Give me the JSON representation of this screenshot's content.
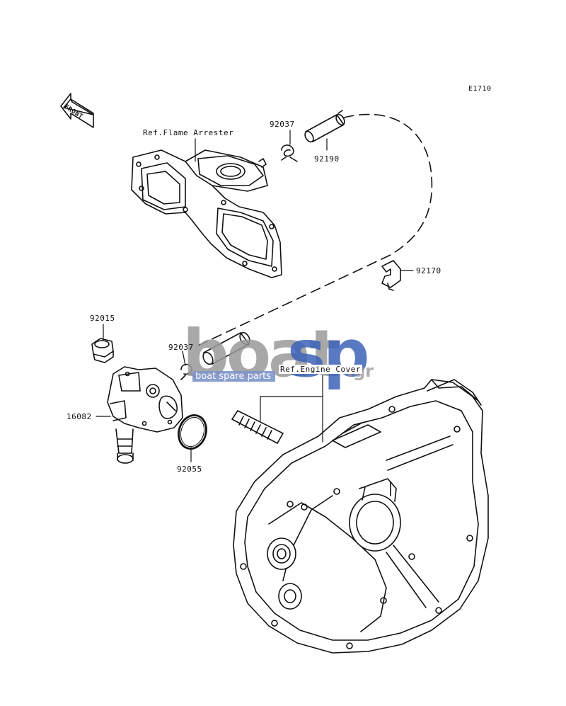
{
  "diagram": {
    "code": "E1710",
    "front_label": "FRONT",
    "labels": {
      "flame_arrester": "Ref.Flame Arrester",
      "engine_cover": "Ref.Engine Cover",
      "p92037_top": "92037",
      "p92190": "92190",
      "p92170": "92170",
      "p92015": "92015",
      "p92037_mid": "92037",
      "p16082": "16082",
      "p92055": "92055"
    }
  },
  "watermark": {
    "brand_part1": "boat",
    "brand_part2": "sp",
    "tagline": "boat spare parts",
    "tld": ".gr",
    "color_gray": "#9a9a9a",
    "color_blue": "#3d63b8"
  }
}
